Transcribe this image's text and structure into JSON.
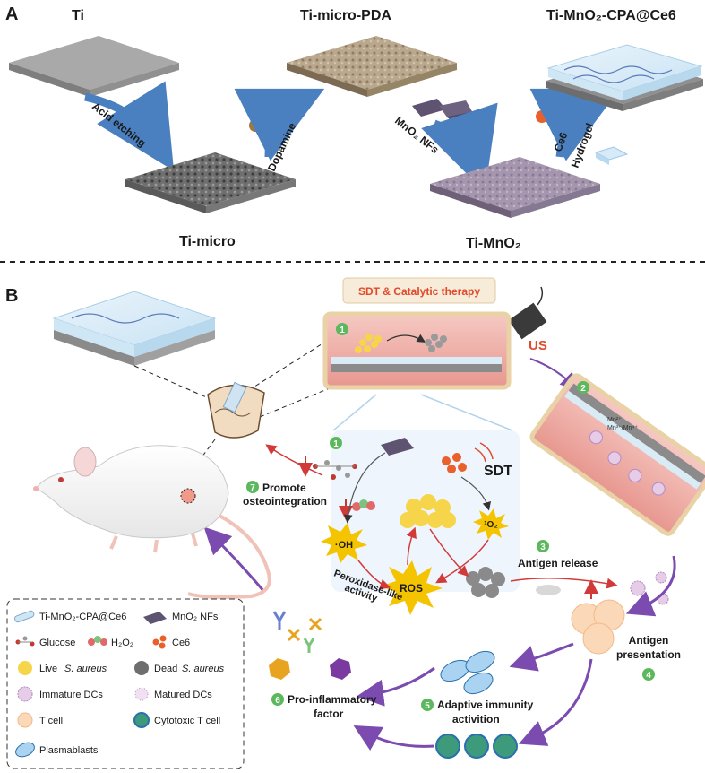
{
  "panelA": {
    "letter": "A",
    "stages": {
      "ti": "Ti",
      "ti_micro": "Ti-micro",
      "ti_micro_pda": "Ti-micro-PDA",
      "ti_mno2": "Ti-MnO₂",
      "final": "Ti-MnO₂-CPA@Ce6"
    },
    "steps": {
      "acid": "Acid etching",
      "dopamine": "Dopamine",
      "mno2": "MnO₂ NFs",
      "ce6": "Ce6",
      "hydrogel": "Hydrogel"
    }
  },
  "panelB": {
    "letter": "B",
    "banner": "SDT & Catalytic therapy",
    "us": "US",
    "sdt": "SDT",
    "oh": "·OH",
    "o2": "¹O₂",
    "ros": "ROS",
    "peroxidase": [
      "Peroxidase-like",
      "activity"
    ],
    "steps": {
      "n1": "1",
      "n2": "2",
      "n3": "3",
      "n4": "4",
      "n5": "5",
      "n6": "6",
      "n7": "7",
      "antigen_release": "Antigen release",
      "antigen_presentation": [
        "Antigen",
        "presentation"
      ],
      "adaptive": [
        "Adaptive immunity",
        "activition"
      ],
      "proinflam": [
        "Pro-inflammatory",
        "factor"
      ],
      "promote": [
        "Promote",
        "osteointegration"
      ]
    },
    "vessel2_text": [
      "Mn²⁺",
      "Mn³⁺/Mn⁴⁺"
    ],
    "legend": {
      "ti_mno2_cpa": "Ti-MnO₂-CPA@Ce6",
      "mno2_nfs": "MnO₂ NFs",
      "glucose": "Glucose",
      "h2o2": "H₂O₂",
      "ce6": "Ce6",
      "live": "Live",
      "dead": "Dead",
      "s_aureus": "S. aureus",
      "immature": "Immature DCs",
      "matured": "Matured DCs",
      "tcell": "T cell",
      "cytotoxic": "Cytotoxic T cell",
      "plasmablasts": "Plasmablasts"
    }
  },
  "colors": {
    "arrow_blue": "#4a80c0",
    "arrow_purple": "#7b4bb0",
    "ros_yellow": "#f5c400",
    "bacteria_live": "#f7d54a",
    "bacteria_dead": "#8a8a8a",
    "badge_green": "#5cb85c",
    "banner_bg": "#f7ecd9",
    "banner_text": "#e04a2a"
  }
}
